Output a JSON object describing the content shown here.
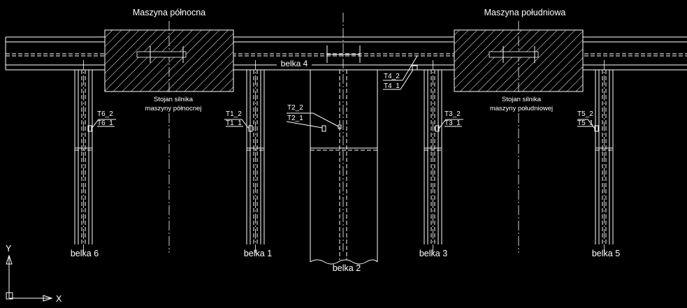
{
  "machines": {
    "north": {
      "title": "Maszyna północna",
      "stator_line1": "Stojan silnika",
      "stator_line2": "maszyny północnej"
    },
    "south": {
      "title": "Maszyna południowa",
      "stator_line1": "Stojan silnika",
      "stator_line2": "maszyny południowej"
    }
  },
  "beams": {
    "top": "belka 4",
    "b1": "belka 1",
    "b2": "belka 2",
    "b3": "belka 3",
    "b5": "belka 5",
    "b6": "belka 6"
  },
  "sensors": {
    "t1_2": "T1_2",
    "t1_1": "T1_1",
    "t2_2": "T2_2",
    "t2_1": "T2_1",
    "t3_2": "T3_2",
    "t3_1": "T3_1",
    "t4_2": "T4_2",
    "t4_1": "T4_1",
    "t5_2": "T5_2",
    "t5_1": "T5_1",
    "t6_2": "T6_2",
    "t6_1": "T6_1"
  },
  "axes": {
    "y": "Y",
    "x": "X"
  },
  "colors": {
    "background": "#000000",
    "lines": "#ffffff"
  }
}
